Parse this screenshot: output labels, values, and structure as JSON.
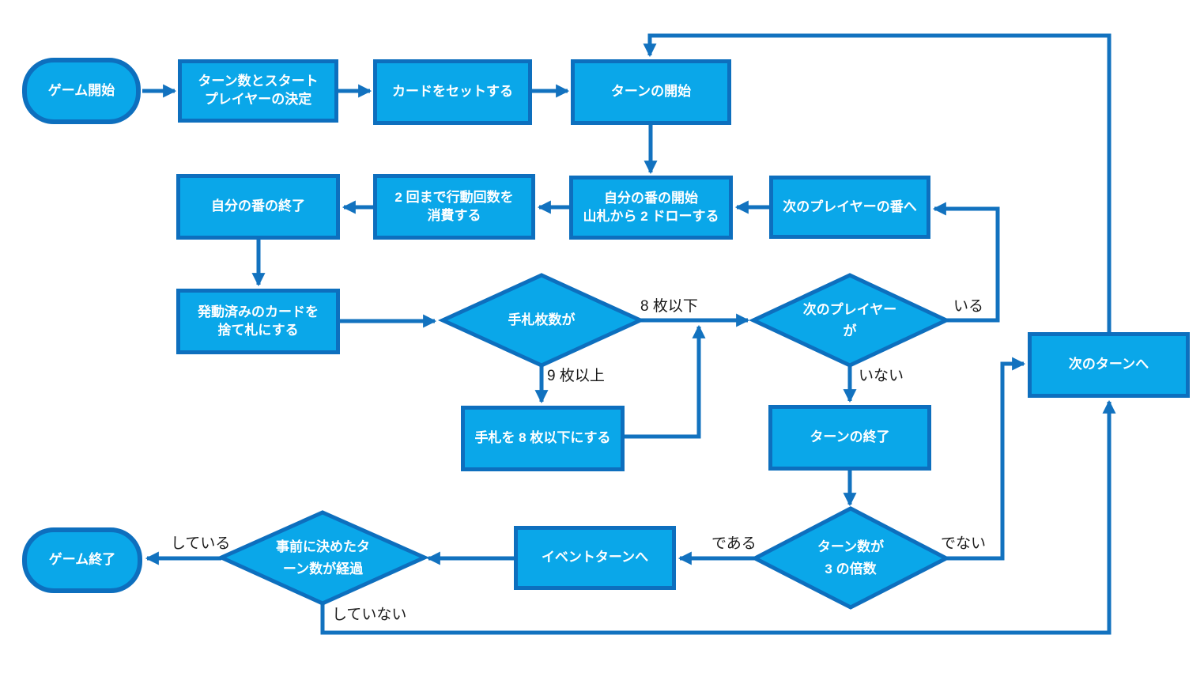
{
  "diagram": {
    "title": "card-game-turn-flowchart",
    "colors": {
      "node_fill": "#0aa7e9",
      "node_border": "#0d6fbe",
      "connector": "#1272bf",
      "node_text": "#ffffff",
      "edge_label_text": "#1a1a1a",
      "background": "#ffffff"
    }
  },
  "nodes": {
    "game_start": {
      "label": "ゲーム開始"
    },
    "decide_turns": {
      "label": "ターン数とスタート\nプレイヤーの決定"
    },
    "set_cards": {
      "label": "カードをセットする"
    },
    "turn_begin": {
      "label": "ターンの開始"
    },
    "my_turn_end": {
      "label": "自分の番の終了"
    },
    "consume_actions": {
      "label": "2 回まで行動回数を\n消費する"
    },
    "my_turn_start": {
      "label": "自分の番の開始\n山札から 2 ドローする"
    },
    "next_player_turn": {
      "label": "次のプレイヤーの番へ"
    },
    "discard_cards": {
      "label": "発動済みのカードを\n捨て札にする"
    },
    "hand_count_decision": {
      "label": "手札枚数が"
    },
    "next_player_decision": {
      "label": "次のプレイヤー\nが"
    },
    "hand_limit": {
      "label": "手札を 8 枚以下にする"
    },
    "turn_end": {
      "label": "ターンの終了"
    },
    "turn_multiple_decision": {
      "label": "ターン数が\n3 の倍数"
    },
    "event_turn": {
      "label": "イベントターンへ"
    },
    "next_turn": {
      "label": "次のターンへ"
    },
    "predetermined_decision": {
      "label": "事前に決めたタ\nーン数が経過"
    },
    "game_end": {
      "label": "ゲーム終了"
    }
  },
  "edge_labels": {
    "le_8_cards": "8 枚以下",
    "ge_9_cards": "9 枚以上",
    "player_exists": "いる",
    "player_not_exists": "いない",
    "is_multiple": "である",
    "not_multiple": "でない",
    "elapsed": "している",
    "not_elapsed": "していない"
  }
}
